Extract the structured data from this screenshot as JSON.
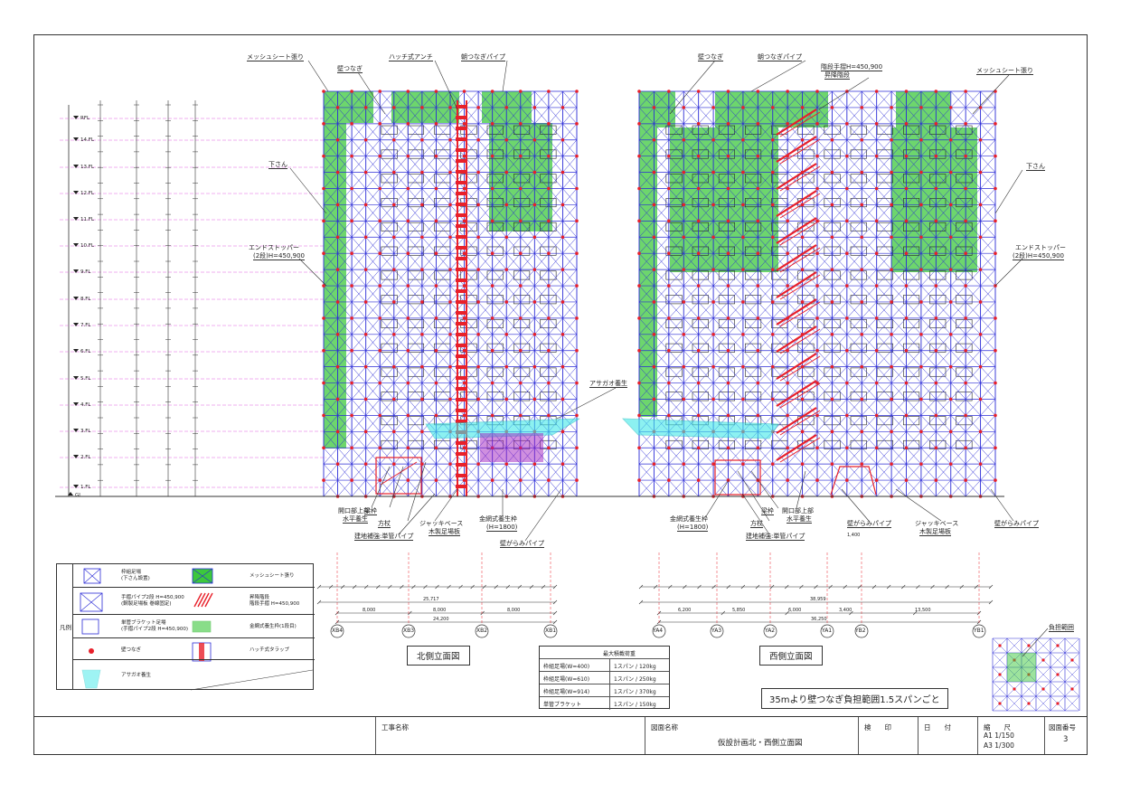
{
  "floors_left": [
    "RFL",
    "14.FL",
    "13.FL",
    "12.FL",
    "11.FL",
    "10.FL",
    "9.FL",
    "8.FL",
    "7.FL",
    "6.FL",
    "5.FL",
    "4.FL",
    "3.FL",
    "2.FL",
    "1.FL"
  ],
  "gl_label": "GL",
  "leaders": {
    "n_mesh": "メッシュシート張り",
    "n_tie": "壁つなぎ",
    "n_hatch": "ハッチ式アンチ",
    "n_pipe": "朝つなぎパイプ",
    "n_shita": "下さん",
    "n_stopper": "エンドストッパー",
    "n_stopper2": "(2段)H=450,900",
    "n_asagao": "アサガオ養生",
    "n_opening": "開口部上部",
    "n_opening2": "水平養生",
    "n_beam": "梁枠",
    "n_square": "方杖",
    "n_jack": "ジャッキベース",
    "n_jack2": "木製足場板",
    "n_fence": "金網式養生枠",
    "n_fence2": "(H=1800)",
    "n_ground": "建地補強:単管パイプ",
    "n_wallpipe": "壁がらみパイプ",
    "w_tie": "壁つなぎ",
    "w_pipe": "朝つなぎパイプ",
    "w_handrail": "階段手摺H=450,900",
    "w_stair": "昇降階段",
    "w_mesh": "メッシュシート張り",
    "w_shita": "下さん",
    "w_stopper": "エンドストッパー",
    "w_stopper2": "(2段)H=450,900",
    "w_fence": "金網式養生枠",
    "w_fence2": "(H=1800)",
    "w_beam": "梁枠",
    "w_square": "方杖",
    "w_opening": "開口部上部",
    "w_opening2": "水平養生",
    "w_ground": "建地補強:単管パイプ",
    "w_wallpipe1": "壁がらみパイプ",
    "w_jack": "ジャッキベース",
    "w_jack2": "木製足場板",
    "w_wallpipe2": "壁がらみパイプ",
    "w_dim": "1,400"
  },
  "north": {
    "total1": "25,717",
    "spans": [
      "8,000",
      "8,000",
      "8,000"
    ],
    "total2": "24,200",
    "axes": [
      "XB4",
      "XB3",
      "XB2",
      "XB1"
    ],
    "title": "北側立面図"
  },
  "west": {
    "total1": "38,959",
    "spans": [
      "6,200",
      "5,850",
      "6,000",
      "3,400",
      "13,500"
    ],
    "total2": "36,250",
    "axes": [
      "YA4",
      "YA3",
      "YA2",
      "YA1",
      "YB2",
      "YB1"
    ],
    "title": "西側立面図"
  },
  "legend": {
    "caption": "凡例",
    "items": [
      {
        "text1": "枠組足場",
        "text2": "(下さん設置)"
      },
      {
        "text1": "メッシュシート張り",
        "text2": ""
      },
      {
        "text1": "手摺パイプ2段 H=450,900",
        "text2": "(鋼製足場板 巻線固定)"
      },
      {
        "text1": "昇降階段",
        "text2": "階段手摺 H=450,900"
      },
      {
        "text1": "単管ブラケット足場",
        "text2": "(手摺パイプ2段 H=450,900)"
      },
      {
        "text1": "金網式養生枠(1段目)",
        "text2": ""
      },
      {
        "text1": "壁つなぎ",
        "text2": ""
      },
      {
        "text1": "ハッチ式タラップ",
        "text2": ""
      },
      {
        "text1": "アサガオ養生",
        "text2": ""
      }
    ]
  },
  "load_table": {
    "header": "最大積載荷重",
    "rows": [
      {
        "name": "枠組足場(W=400)",
        "value": "1スパン / 120kg"
      },
      {
        "name": "枠組足場(W=610)",
        "value": "1スパン / 250kg"
      },
      {
        "name": "枠組足場(W=914)",
        "value": "1スパン / 370kg"
      },
      {
        "name": "単管ブラケット",
        "value": "1スパン / 150kg"
      }
    ]
  },
  "note": "35mより壁つなぎ負担範囲1.5スパンごと",
  "range_label": "負担範囲",
  "title_block": {
    "project_label": "工事名称",
    "drawing_label": "図面名称",
    "drawing_name": "仮設計画北・西側立面図",
    "check_label": "検　　印",
    "date_label": "日　　付",
    "scale_label": "縮　　尺",
    "scale1": "A1  1/150",
    "scale2": "A3  1/300",
    "number_label": "図面番号",
    "number": "3"
  },
  "colors": {
    "frame": "#2a2ad6",
    "mesh": "#3cc83c",
    "wall_tie": "#e8202a",
    "floor_line": "#e060e0",
    "asagao": "#40e8e8",
    "fence": "#a020c0"
  }
}
